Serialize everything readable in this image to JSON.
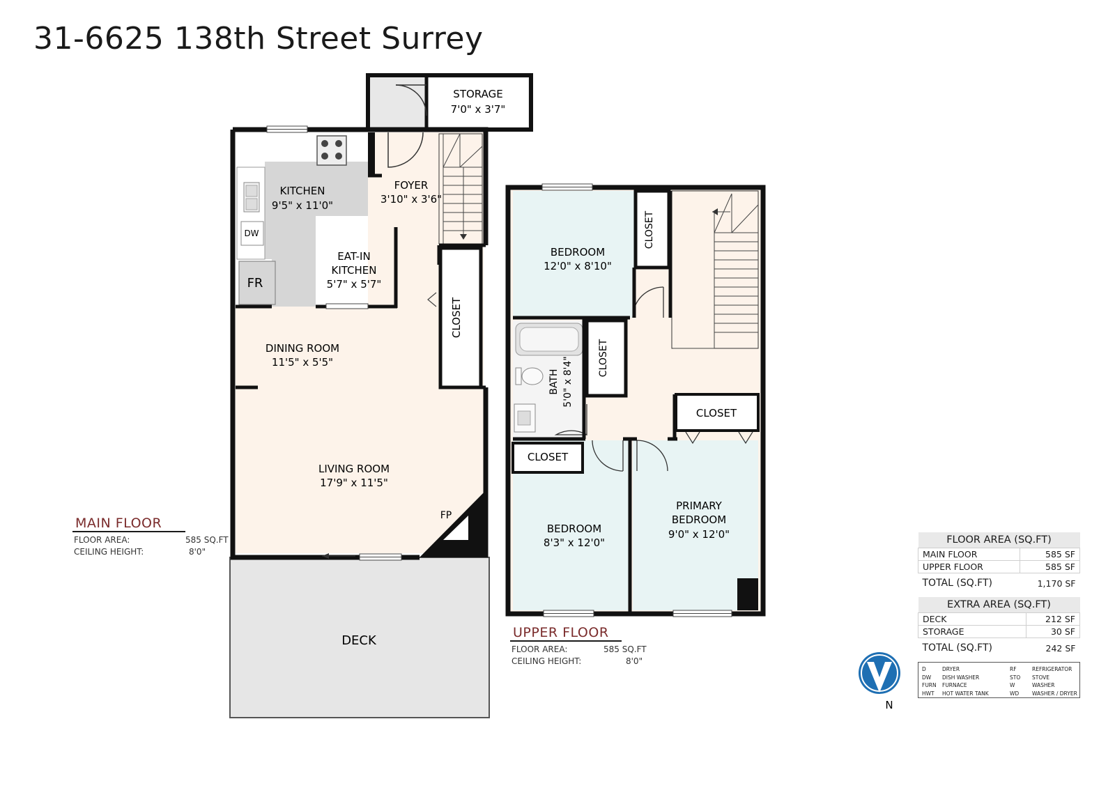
{
  "title": "31-6625 138th Street Surrey",
  "main_floor": {
    "label": "MAIN FLOOR",
    "floor_area_label": "FLOOR AREA:",
    "floor_area_value": "585 SQ.FT",
    "ceiling_label": "CEILING HEIGHT:",
    "ceiling_value": "8'0\""
  },
  "upper_floor": {
    "label": "UPPER FLOOR",
    "floor_area_label": "FLOOR AREA:",
    "floor_area_value": "585 SQ.FT",
    "ceiling_label": "CEILING HEIGHT:",
    "ceiling_value": "8'0\""
  },
  "rooms": {
    "storage": {
      "name": "STORAGE",
      "dims": "7'0\" x 3'7\""
    },
    "kitchen": {
      "name": "KITCHEN",
      "dims": "9'5\" x 11'0\""
    },
    "foyer": {
      "name": "FOYER",
      "dims": "3'10\" x 3'6\""
    },
    "eat_in_1": "EAT-IN",
    "eat_in_2": "KITCHEN",
    "eat_in_dims": "5'7\" x 5'7\"",
    "dining": {
      "name": "DINING ROOM",
      "dims": "11'5\" x 5'5\""
    },
    "living": {
      "name": "LIVING ROOM",
      "dims": "17'9\" x 11'5\""
    },
    "deck": "DECK",
    "bedroom_top": {
      "name": "BEDROOM",
      "dims": "12'0\" x 8'10\""
    },
    "bath": {
      "name": "BATH",
      "dims": "5'0\" x 8'4\""
    },
    "bedroom_bottom": {
      "name": "BEDROOM",
      "dims": "8'3\" x 12'0\""
    },
    "primary_1": "PRIMARY",
    "primary_2": "BEDROOM",
    "primary_dims": "9'0\" x 12'0\"",
    "closet": "CLOSET"
  },
  "fixtures": {
    "dw": "DW",
    "fr": "FR",
    "fp": "FP"
  },
  "compass_label": "N",
  "floor_area_table": {
    "header": "FLOOR AREA (SQ.FT)",
    "rows": [
      {
        "label": "MAIN FLOOR",
        "value": "585 SF"
      },
      {
        "label": "UPPER FLOOR",
        "value": "585 SF"
      }
    ],
    "total_label": "TOTAL (SQ.FT)",
    "total_value": "1,170 SF"
  },
  "extra_area_table": {
    "header": "EXTRA AREA (SQ.FT)",
    "rows": [
      {
        "label": "DECK",
        "value": "212 SF"
      },
      {
        "label": "STORAGE",
        "value": "30 SF"
      }
    ],
    "total_label": "TOTAL (SQ.FT)",
    "total_value": "242 SF"
  },
  "legend": [
    {
      "abbr": "D",
      "meaning": "DRYER",
      "abbr2": "RF",
      "meaning2": "REFRIGERATOR"
    },
    {
      "abbr": "DW",
      "meaning": "DISH WASHER",
      "abbr2": "STO",
      "meaning2": "STOVE"
    },
    {
      "abbr": "FURN",
      "meaning": "FURNACE",
      "abbr2": "W",
      "meaning2": "WASHER"
    },
    {
      "abbr": "HWT",
      "meaning": "HOT WATER TANK",
      "abbr2": "WD",
      "meaning2": "WASHER / DRYER"
    }
  ],
  "colors": {
    "wall": "#111111",
    "living_floor": "#fdf3ea",
    "kitchen_floor": "#d6d6d6",
    "bedroom_floor": "#e8f4f4",
    "deck": "#e6e6e6",
    "accent_red": "#7a2b2b",
    "compass_blue": "#1e6fb3"
  }
}
